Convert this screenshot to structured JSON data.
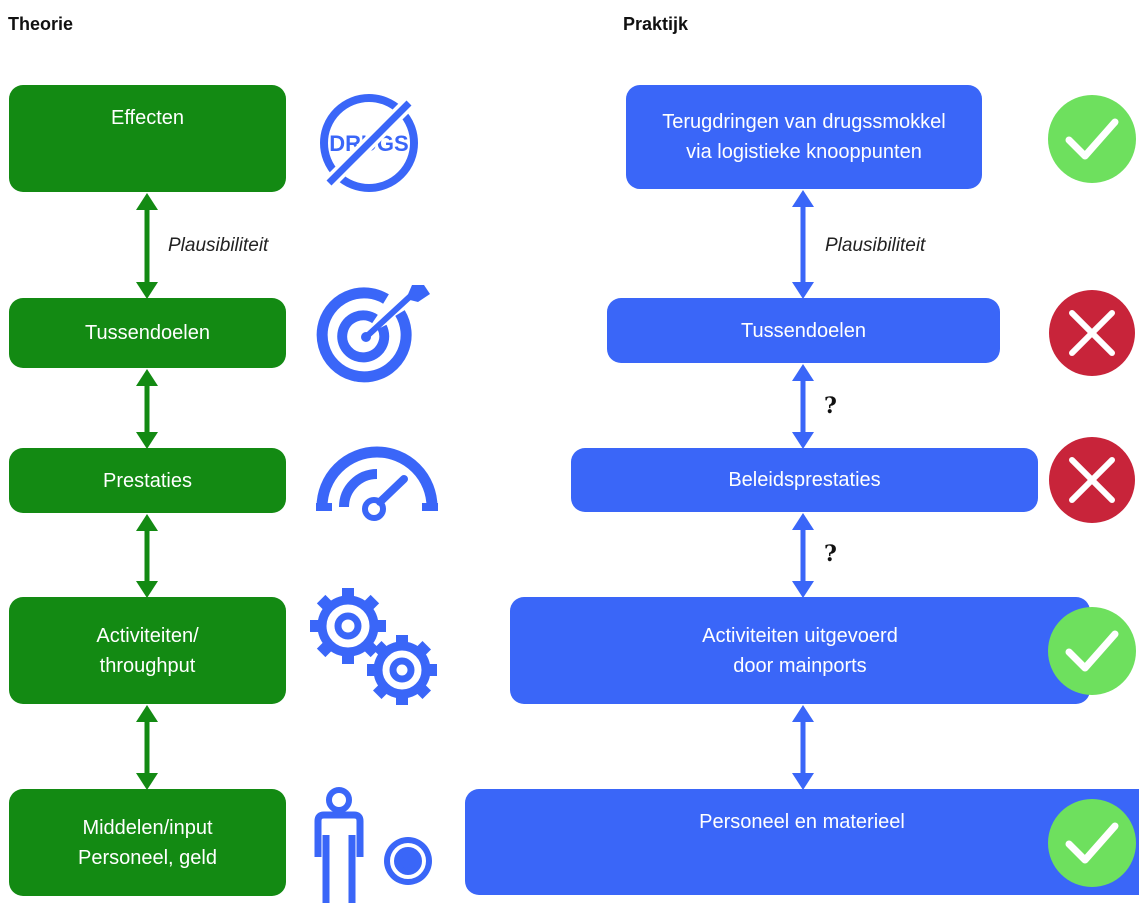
{
  "theory": {
    "heading": "Theorie",
    "boxes": [
      {
        "label": "Effecten"
      },
      {
        "label": "Tussendoelen"
      },
      {
        "label": "Prestaties"
      },
      {
        "label": "Activiteiten/\nthroughput"
      },
      {
        "label": "Middelen/input\nPersoneel, geld"
      }
    ],
    "link_label": "Plausibiliteit",
    "icons": [
      "no-drugs-icon",
      "target-icon",
      "gauge-icon",
      "gears-icon",
      "person-money-icon"
    ],
    "icon_texts": {
      "drugs": "DRUGS",
      "euro": "€"
    }
  },
  "practice": {
    "heading": "Praktijk",
    "boxes": [
      {
        "label": "Terugdringen van drugssmokkel\nvia logistieke knooppunten",
        "status": "check"
      },
      {
        "label": "Tussendoelen",
        "status": "cross"
      },
      {
        "label": "Beleidsprestaties",
        "status": "cross"
      },
      {
        "label": "Activiteiten uitgevoerd\ndoor mainports",
        "status": "check"
      },
      {
        "label": "Personeel en materieel",
        "status": "check"
      }
    ],
    "link_label": "Plausibiliteit",
    "question_marks": [
      "?",
      "?"
    ]
  },
  "colors": {
    "theory_box": "#138a13",
    "practice_box": "#3a66f8",
    "icon_blue": "#3a66f8",
    "check_badge": "#6ee05e",
    "cross_badge": "#c8243a"
  }
}
